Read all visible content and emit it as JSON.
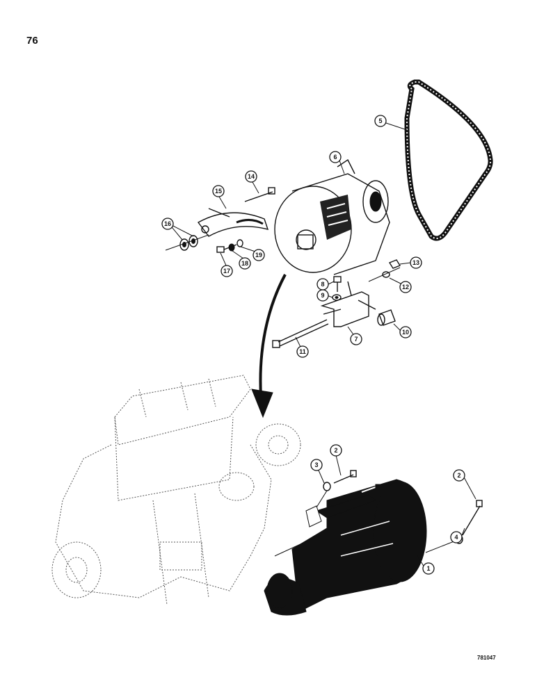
{
  "page_number": "76",
  "reference_code": "781047",
  "callouts": [
    {
      "id": "1",
      "label": "1"
    },
    {
      "id": "2a",
      "label": "2"
    },
    {
      "id": "2b",
      "label": "2"
    },
    {
      "id": "3",
      "label": "3"
    },
    {
      "id": "4",
      "label": "4"
    },
    {
      "id": "5",
      "label": "5"
    },
    {
      "id": "6",
      "label": "6"
    },
    {
      "id": "7",
      "label": "7"
    },
    {
      "id": "8",
      "label": "8"
    },
    {
      "id": "9",
      "label": "9"
    },
    {
      "id": "10",
      "label": "10"
    },
    {
      "id": "11",
      "label": "11"
    },
    {
      "id": "12",
      "label": "12"
    },
    {
      "id": "13",
      "label": "13"
    },
    {
      "id": "14",
      "label": "14"
    },
    {
      "id": "15",
      "label": "15"
    },
    {
      "id": "16",
      "label": "16"
    },
    {
      "id": "17",
      "label": "17"
    },
    {
      "id": "18",
      "label": "18"
    },
    {
      "id": "19",
      "label": "19"
    }
  ]
}
